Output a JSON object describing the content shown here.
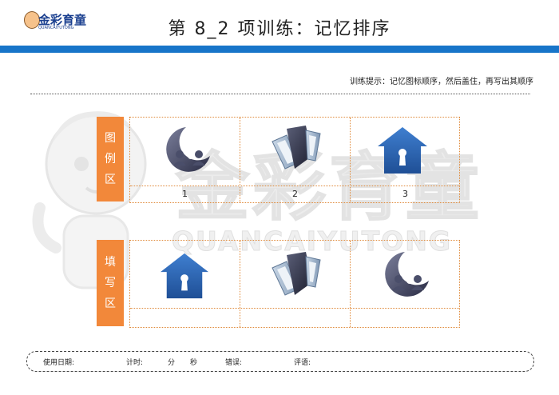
{
  "header": {
    "logo_text": "金彩育童",
    "logo_sub": "QUANCAIYUTONG",
    "title": "第 8_2 项训练：记忆排序"
  },
  "hint": "训练提示：记忆图标顺序，然后盖住，再写出其顺序",
  "watermark": {
    "cn": "金彩育童",
    "en": "QUANCAIYUTONG"
  },
  "example_section": {
    "label": [
      "图",
      "例",
      "区"
    ],
    "items": [
      {
        "number": "1",
        "icon": "moon-people-icon"
      },
      {
        "number": "2",
        "icon": "folded-panels-icon"
      },
      {
        "number": "3",
        "icon": "house-keyhole-icon"
      }
    ]
  },
  "fill_section": {
    "label": [
      "填",
      "写",
      "区"
    ],
    "items": [
      {
        "icon": "house-keyhole-icon"
      },
      {
        "icon": "folded-panels-icon"
      },
      {
        "icon": "moon-people-icon"
      }
    ]
  },
  "footer": {
    "date_label": "使用日期:",
    "time_label": "计时:",
    "minute_label": "分",
    "second_label": "秒",
    "error_label": "错误:",
    "comment_label": "评语:"
  },
  "colors": {
    "accent_blue": "#1875c9",
    "label_orange": "#f2883a",
    "grid_orange": "#e08a3a"
  }
}
